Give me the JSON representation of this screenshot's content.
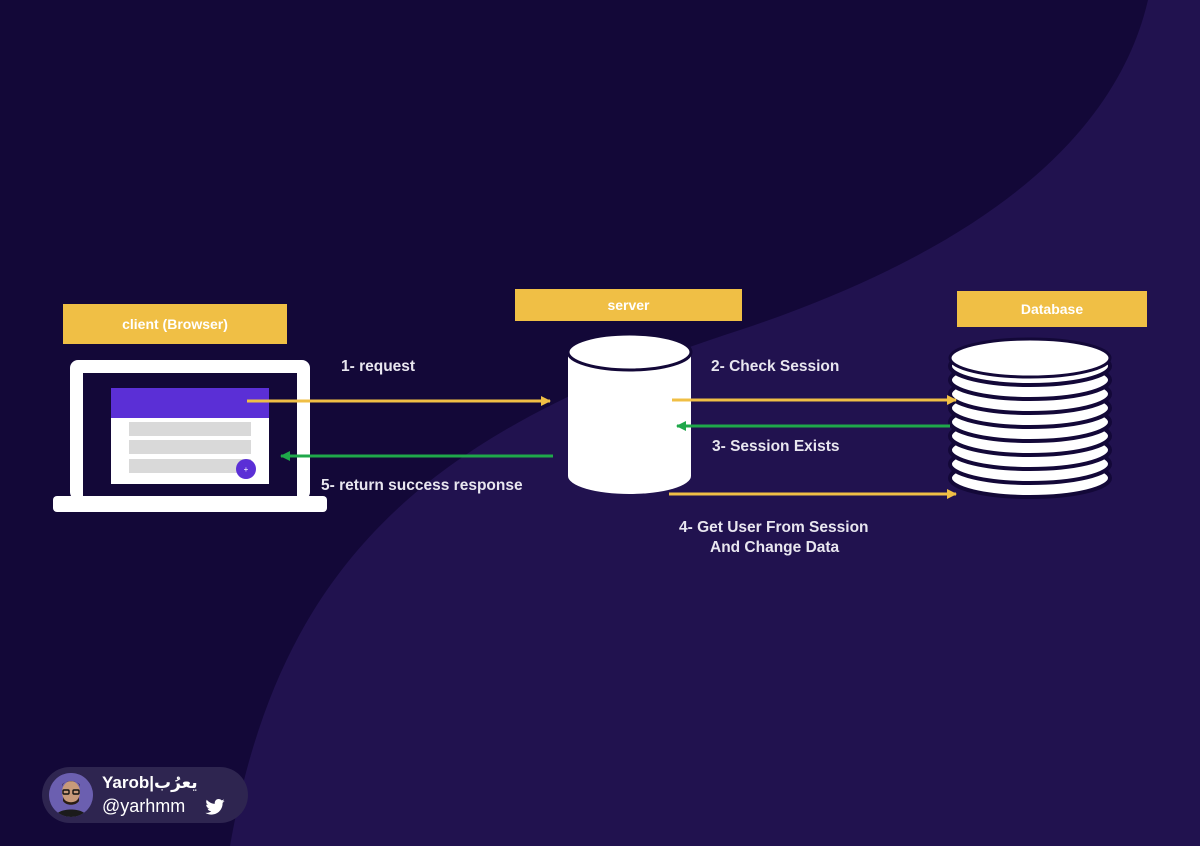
{
  "labels": {
    "client": "client (Browser)",
    "server": "server",
    "database": "Database"
  },
  "steps": {
    "step1": "1- request",
    "step2": "2- Check Session",
    "step3": "3- Session Exists",
    "step4_line1": "4- Get User From Session",
    "step4_line2": "And Change Data",
    "step5": "5- return success response"
  },
  "browser_mockup": {
    "fab_symbol": "+"
  },
  "author": {
    "name": "Yarob",
    "name_arabic": "يعرُب",
    "name_separator": "|",
    "handle": "@yarhmm"
  },
  "icons": [
    "laptop-icon",
    "server-cylinder-icon",
    "database-stack-icon",
    "avatar-icon",
    "twitter-bird-icon"
  ],
  "colors": {
    "background_dark": "#130838",
    "background_wave": "#21124f",
    "label_box": "#f0bf45",
    "arrow_request": "#f0bf45",
    "arrow_response": "#1fa84a",
    "browser_header": "#5b2fd6"
  }
}
